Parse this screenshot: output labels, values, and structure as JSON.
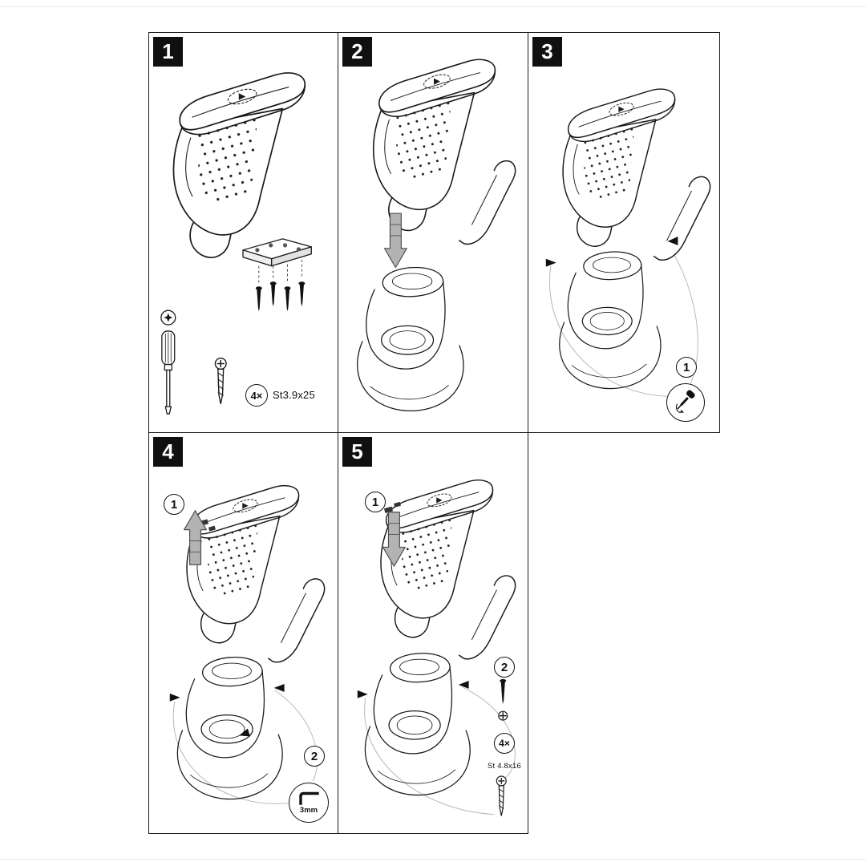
{
  "figure": {
    "type": "assembly-instruction-diagram",
    "subject": "car armrest installation steps",
    "colors": {
      "line": "#1a1a1a",
      "arrow_fill": "#b3b3b3",
      "leader_line": "#b8b8b8",
      "badge_bg": "#101010"
    },
    "icons": {
      "screwdriver": "phillips screwdriver glyph",
      "allen-key": "L-shaped hex key glyph",
      "screw": "tapping screw glyph",
      "arrow-down": "gray insert-direction arrow",
      "arrow-up": "gray lift-direction arrow",
      "mounting-plate": "bracket plate with 4 holes"
    },
    "panels": [
      {
        "number": "1",
        "labels": {
          "quantity": "4×",
          "screw_spec": "St3.9x25"
        }
      },
      {
        "number": "2",
        "labels": {}
      },
      {
        "number": "3",
        "labels": {
          "step_1": "1"
        }
      },
      {
        "number": "4",
        "labels": {
          "step_1": "1",
          "step_2": "2",
          "hex_key_size": "3mm"
        }
      },
      {
        "number": "5",
        "labels": {
          "step_1": "1",
          "step_2": "2",
          "quantity": "4×",
          "screw_spec": "St 4.8x16"
        }
      }
    ]
  }
}
